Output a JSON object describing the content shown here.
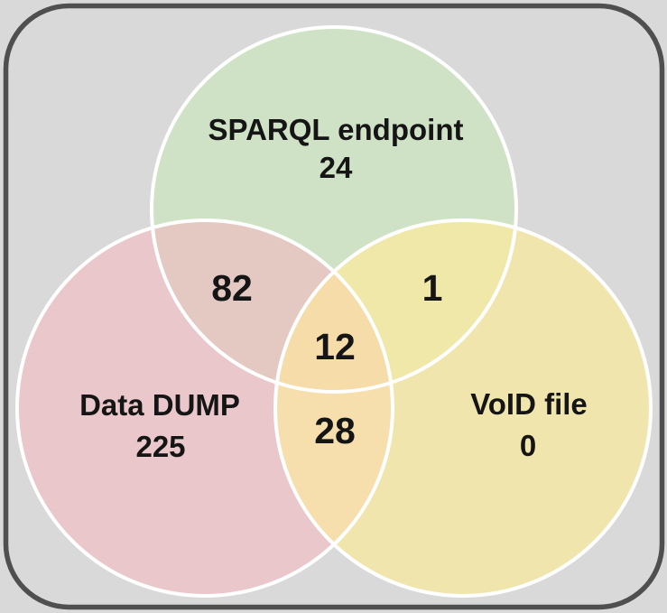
{
  "chart_data": {
    "type": "venn",
    "sets": [
      {
        "label": "SPARQL endpoint",
        "count": "24",
        "color": "#cfe2c6"
      },
      {
        "label": "Data DUMP",
        "count": "225",
        "color": "#e9c7cb"
      },
      {
        "label": "VoID file",
        "count": "0",
        "color": "#f1e5ae"
      }
    ],
    "overlaps": [
      {
        "between": "SPARQL endpoint & Data DUMP",
        "count": "82",
        "color": "#e3c9c1"
      },
      {
        "between": "SPARQL endpoint & VoID file",
        "count": "1",
        "color": "#f0e8a8"
      },
      {
        "between": "Data DUMP & VoID file",
        "count": "28",
        "color": "#f7dfad"
      },
      {
        "between": "SPARQL endpoint & Data DUMP & VoID file",
        "count": "12",
        "color": "#f5dca8"
      }
    ]
  },
  "canvas": {
    "background": "#d9d9d9",
    "border_color": "#4f4f4f",
    "circle_outline": "#ffffff"
  }
}
